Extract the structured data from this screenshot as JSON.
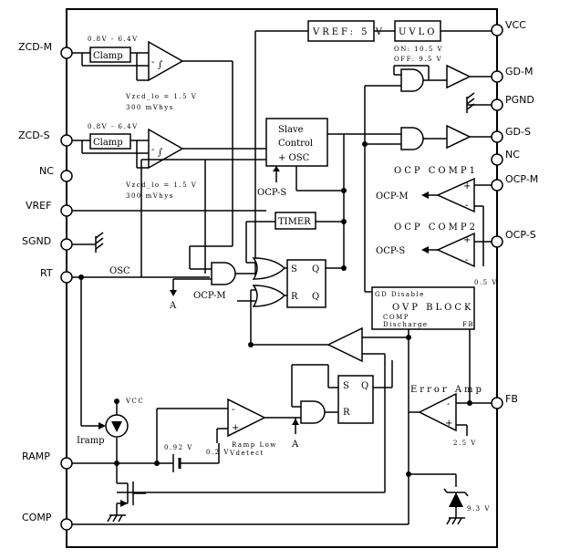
{
  "pins_left": {
    "zcd_m": "ZCD-M",
    "zcd_s": "ZCD-S",
    "nc": "NC",
    "vref": "VREF",
    "sgnd": "SGND",
    "rt": "RT",
    "ramp": "RAMP",
    "comp": "COMP"
  },
  "pins_right": {
    "vcc": "VCC",
    "gd_m": "GD-M",
    "pgnd": "PGND",
    "gd_s": "GD-S",
    "nc": "NC",
    "ocp_m": "OCP-M",
    "ocp_s": "OCP-S",
    "fb": "FB"
  },
  "blocks": {
    "vref": "VREF: 5 V",
    "uvlo": "UVLO",
    "uvlo_on": "ON: 10.5 V",
    "uvlo_off": "OFF: 9.5 V",
    "clamp": "Clamp",
    "slave_line1": "Slave",
    "slave_line2": "Control",
    "slave_line3": "+ OSC",
    "timer": "TIMER",
    "ovp_gd_disable": "GD Disable",
    "ovp_title": "OVP BLOCK",
    "ovp_comp": "COMP",
    "ovp_discharge": "Discharge",
    "ovp_fb": "FB",
    "error_amp": "Error Amp",
    "ocp_comp1": "OCP COMP1",
    "ocp_comp2": "OCP COMP2",
    "ramp_low": "Ramp Low"
  },
  "labels": {
    "zcd_m_range": "0.8V - 6.4V",
    "zcd_s_range": "0.8V - 6.4V",
    "vzcd_m": "Vzcd_lo = 1.5 V",
    "vzcd_m_hys": "300 mVhys",
    "vzcd_s": "Vzcd_lo = 1.5 V",
    "vzcd_s_hys": "300 mVhys",
    "ocp_s_under_slave": "OCP-S",
    "osc": "OSC",
    "ocp_m_gate": "OCP-M",
    "a_top": "A",
    "a_bottom": "A",
    "ocp_m_out": "OCP-M",
    "ocp_s_out": "OCP-S",
    "ocp_ref": "0.5 V",
    "vcc_small": "VCC",
    "iramp": "Iramp",
    "v092": "0.92 V",
    "v02": "0.2 V",
    "vdetect": "Vdetect",
    "v25": "2.5 V",
    "v93": "9.3 V",
    "plus": "+",
    "minus": "-",
    "s": "S",
    "r": "R",
    "q": "Q"
  }
}
